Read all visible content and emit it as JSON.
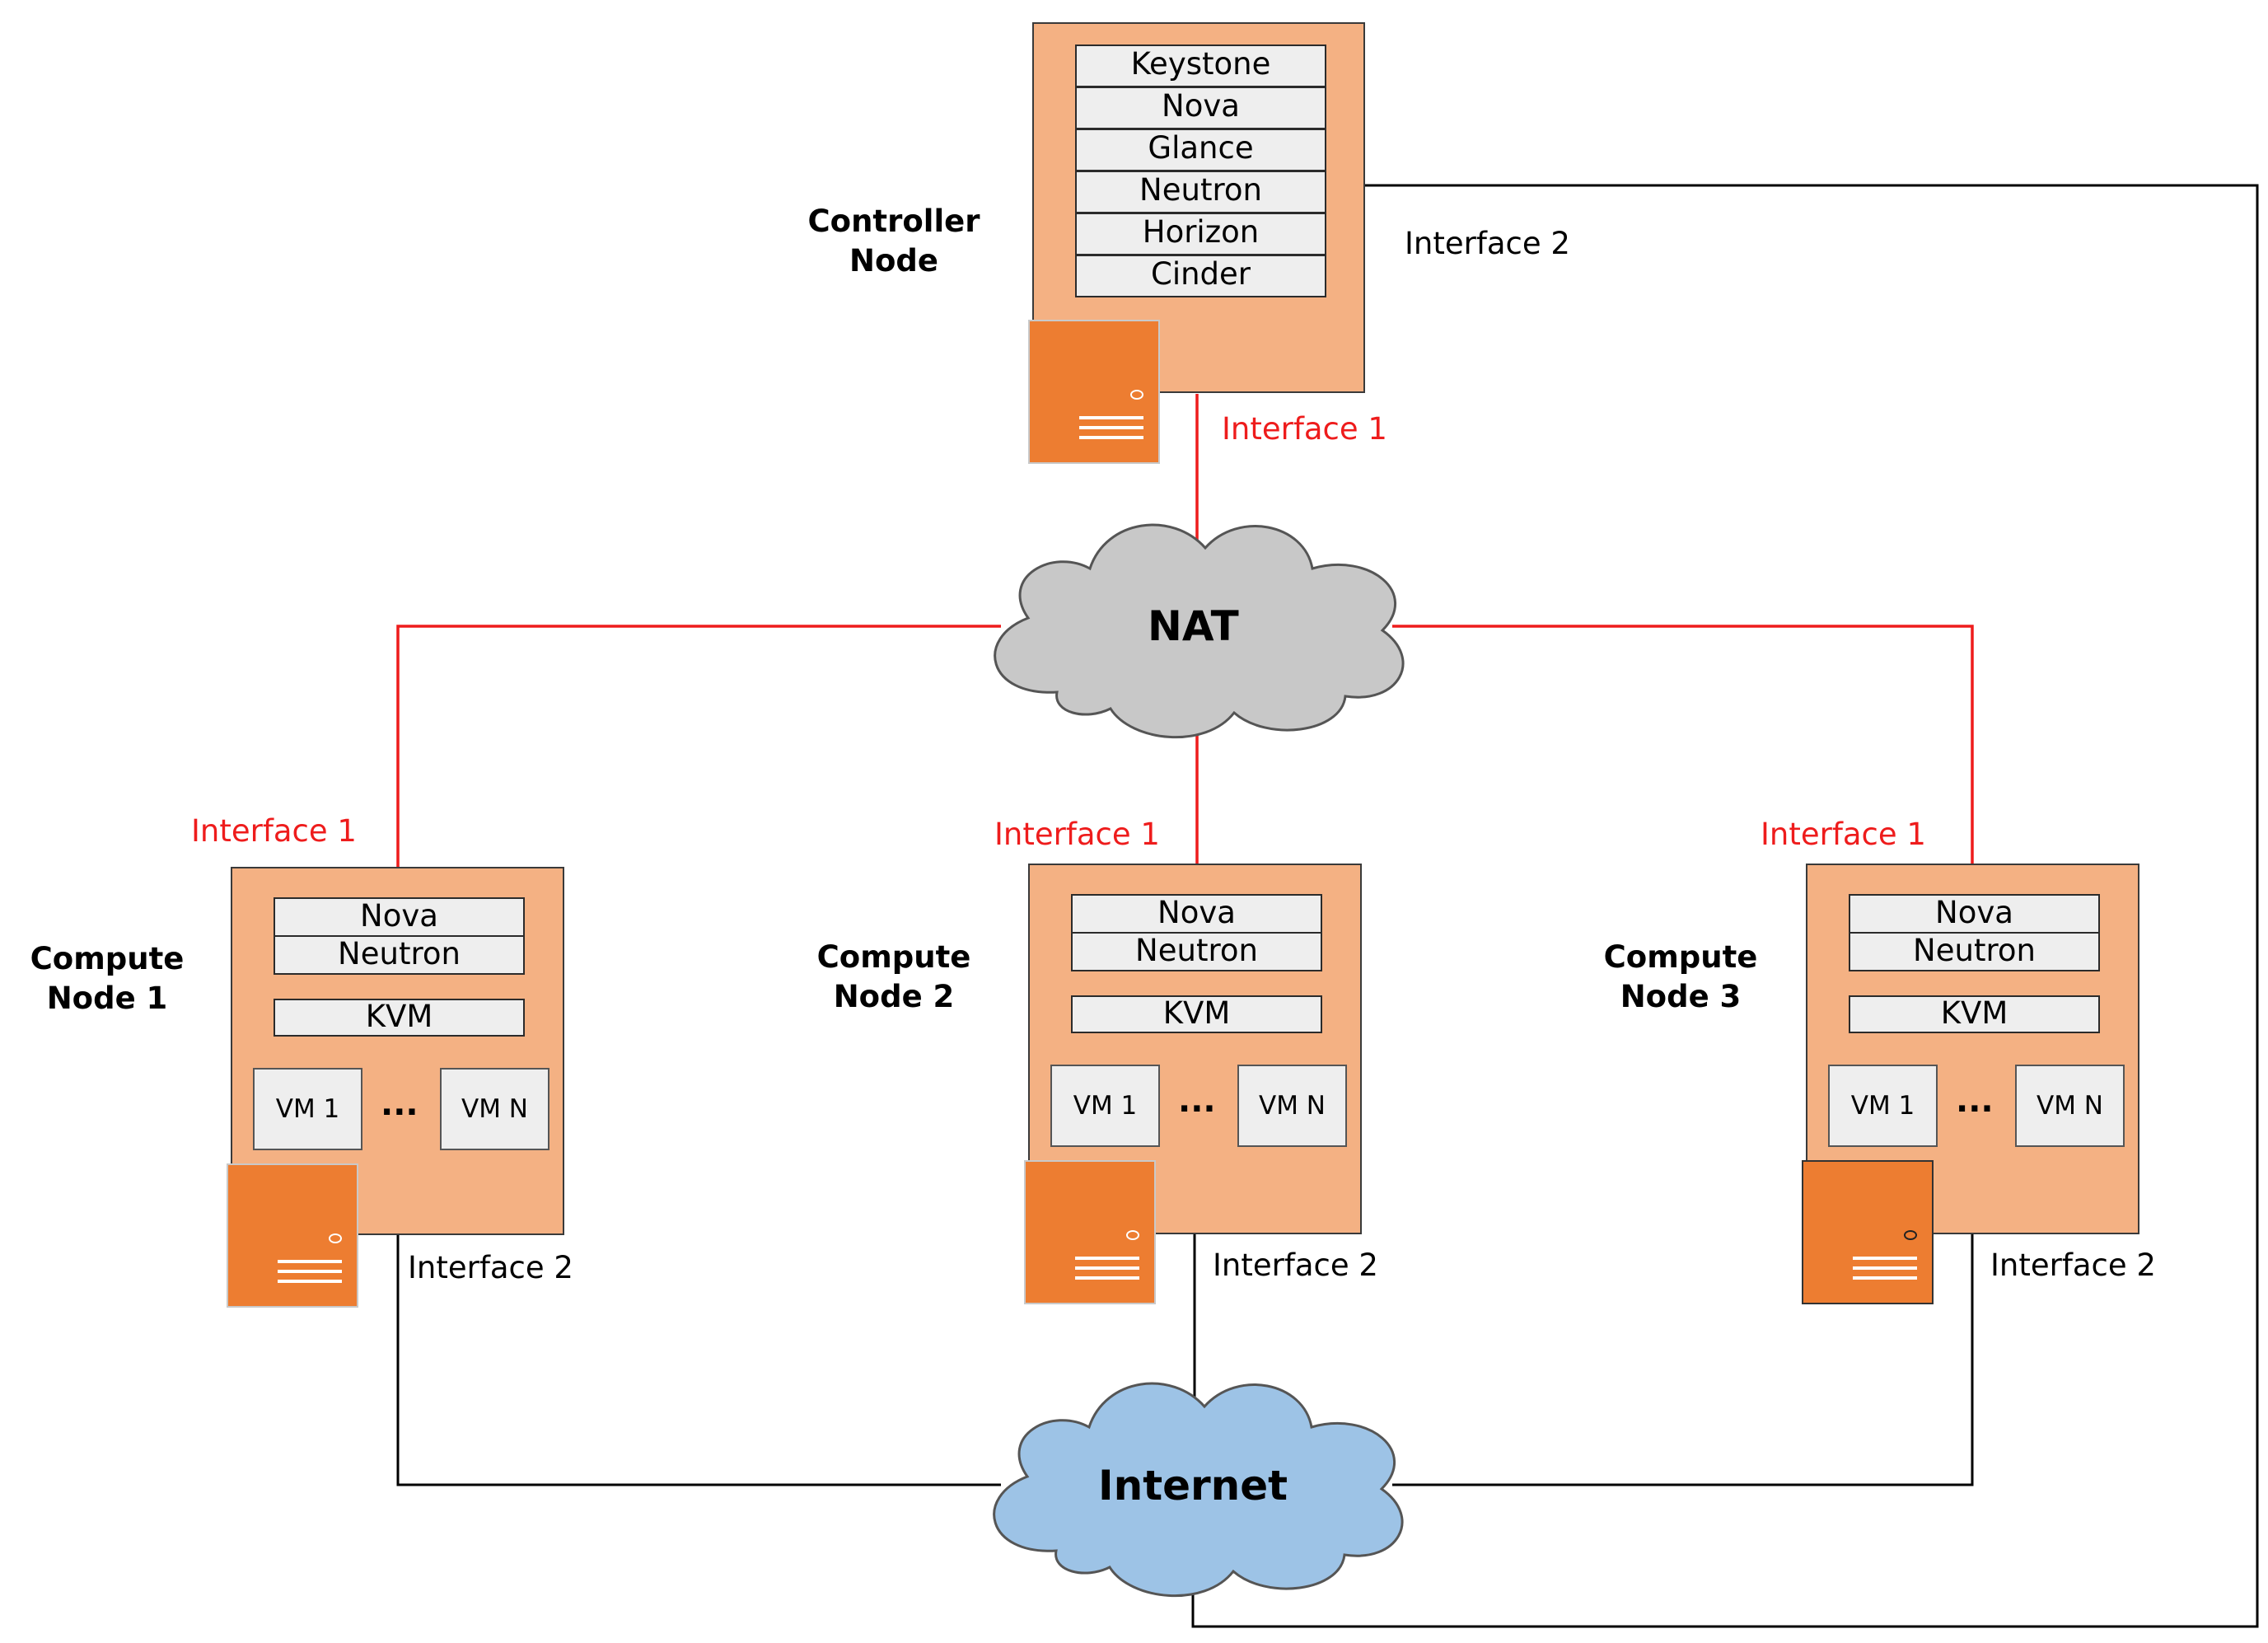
{
  "controller": {
    "name_line1": "Controller",
    "name_line2": "Node",
    "services": [
      "Keystone",
      "Nova",
      "Glance",
      "Neutron",
      "Horizon",
      "Cinder"
    ],
    "interface1": "Interface 1",
    "interface2": "Interface 2"
  },
  "clouds": {
    "nat": "NAT",
    "internet": "Internet"
  },
  "compute_nodes": [
    {
      "name_line1": "Compute",
      "name_line2": "Node 1",
      "services": [
        "Nova",
        "Neutron"
      ],
      "hypervisor": "KVM",
      "vm_first": "VM 1",
      "vm_last": "VM N",
      "ellipsis": "...",
      "interface1": "Interface 1",
      "interface2": "Interface 2"
    },
    {
      "name_line1": "Compute",
      "name_line2": "Node 2",
      "services": [
        "Nova",
        "Neutron"
      ],
      "hypervisor": "KVM",
      "vm_first": "VM 1",
      "vm_last": "VM N",
      "ellipsis": "...",
      "interface1": "Interface 1",
      "interface2": "Interface 2"
    },
    {
      "name_line1": "Compute",
      "name_line2": "Node 3",
      "services": [
        "Nova",
        "Neutron"
      ],
      "hypervisor": "KVM",
      "vm_first": "VM 1",
      "vm_last": "VM N",
      "ellipsis": "...",
      "interface1": "Interface 1",
      "interface2": "Interface 2"
    }
  ],
  "colors": {
    "node_fill": "#f4b183",
    "server_fill": "#ed7d31",
    "nat_link": "#ee1c1c",
    "internet_link": "#000000",
    "nat_cloud": "#c8c8c8",
    "internet_cloud": "#9dc3e6"
  }
}
